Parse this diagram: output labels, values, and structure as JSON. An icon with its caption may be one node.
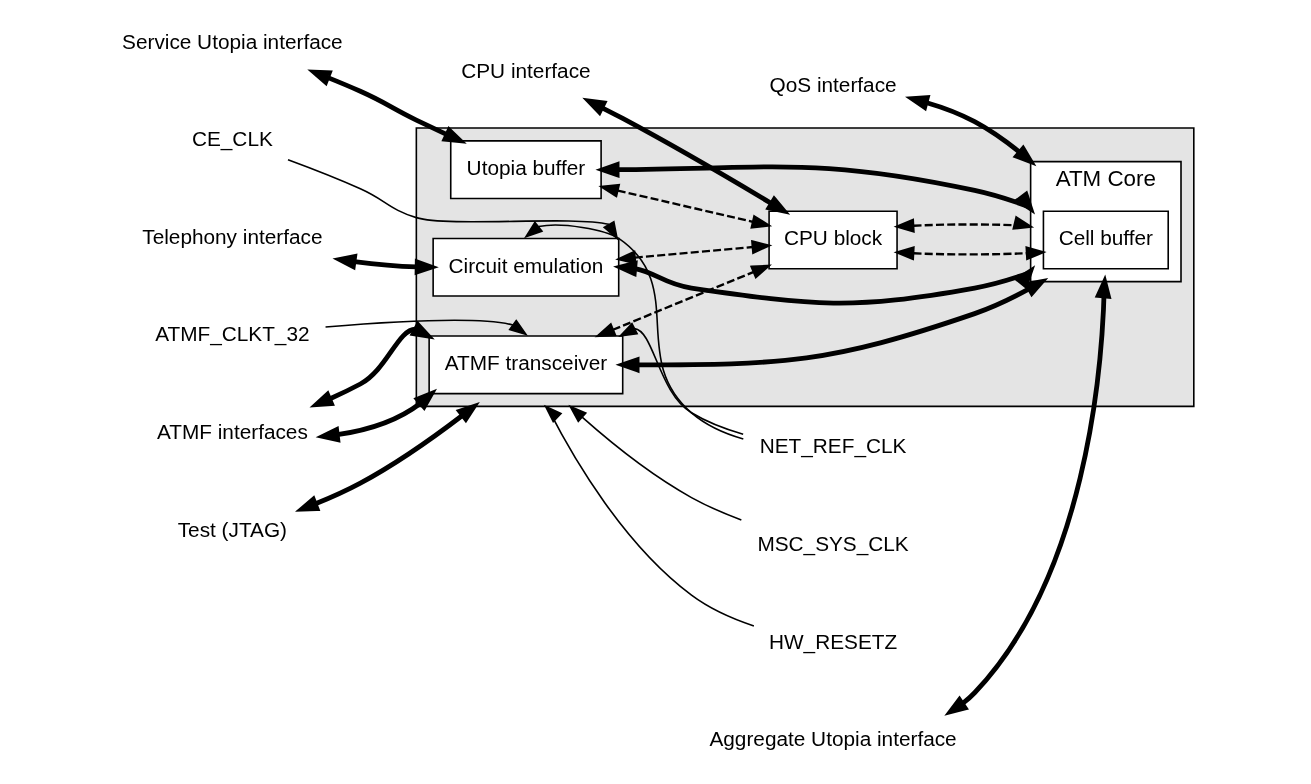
{
  "diagram": {
    "nodes": [
      {
        "text": [],
        "shape": "box"
      },
      {
        "text": [
          "ATMF transceiver"
        ],
        "in": 0
      },
      {
        "text": [
          "Circuit emulation"
        ],
        "in": 0
      },
      {
        "text": [
          "Utopia buffer"
        ],
        "in": 0
      },
      {
        "text": [
          "ATM Core"
        ],
        "in": 0
      },
      {
        "text": [
          "Cell buffer"
        ],
        "in": 4
      },
      {
        "text": [
          "CPU block"
        ],
        "in": 0
      },
      {
        "text": [
          "ATMF interfaces"
        ]
      },
      {
        "text": [
          "Telephony interface"
        ]
      },
      {
        "text": [
          "Test (JTAG)"
        ]
      },
      {
        "text": [
          "Service Utopia interface"
        ]
      },
      {
        "text": [
          "CPU interface"
        ]
      },
      {
        "text": [
          "QoS interface"
        ]
      },
      {
        "text": [
          "Aggregate Utopia interface"
        ]
      },
      {
        "text": [
          "MSC_SYS_CLK"
        ]
      },
      {
        "text": [
          "HW_RESETZ"
        ]
      },
      {
        "text": [
          "ATMF_CLKT_32"
        ]
      },
      {
        "text": [
          "NET_REF_CLK"
        ]
      },
      {
        "text": [
          "CE_CLK"
        ]
      }
    ],
    "edges": [
      {
        "from": 7,
        "to": 1,
        "arrow": "both",
        "style": "thick"
      },
      {
        "from": 7,
        "to": 1,
        "arrow": "both",
        "style": "thick"
      },
      {
        "from": 8,
        "to": 2,
        "arrow": "both",
        "style": "thick"
      },
      {
        "from": 9,
        "to": 0,
        "arrow": "both",
        "style": "thick"
      },
      {
        "from": 10,
        "to": 3,
        "arrow": "both",
        "style": "thick"
      },
      {
        "from": 11,
        "to": 6,
        "arrow": "both",
        "style": "thick"
      },
      {
        "from": 12,
        "to": 4,
        "arrow": "both",
        "style": "thick"
      },
      {
        "from": 13,
        "to": 4,
        "arrow": "both",
        "style": "thick"
      },
      {
        "from": 14,
        "to": 0,
        "arrow": "to"
      },
      {
        "from": 15,
        "to": 0,
        "arrow": "to"
      },
      {
        "from": 16,
        "to": 1,
        "arrow": "to"
      },
      {
        "from": 17,
        "to": 1,
        "arrow": "to"
      },
      {
        "from": 17,
        "to": 2,
        "arrow": "to"
      },
      {
        "from": 18,
        "to": 2,
        "arrow": "to"
      },
      {
        "from": 4,
        "to": 1,
        "arrow": "both",
        "style": "thick"
      },
      {
        "from": 4,
        "to": 2,
        "arrow": "both",
        "style": "thick"
      },
      {
        "from": 4,
        "to": 3,
        "arrow": "both",
        "style": "thick"
      },
      {
        "from": 6,
        "to": 1,
        "arrow": "both",
        "style": "dashed"
      },
      {
        "from": 6,
        "to": 2,
        "arrow": "both",
        "style": "dashed"
      },
      {
        "from": 6,
        "to": 3,
        "arrow": "both",
        "style": "dashed"
      },
      {
        "from": 6,
        "to": 5,
        "arrow": "both",
        "style": "dashed"
      },
      {
        "from": 6,
        "to": 4,
        "arrow": "both",
        "style": "dashed"
      }
    ]
  }
}
